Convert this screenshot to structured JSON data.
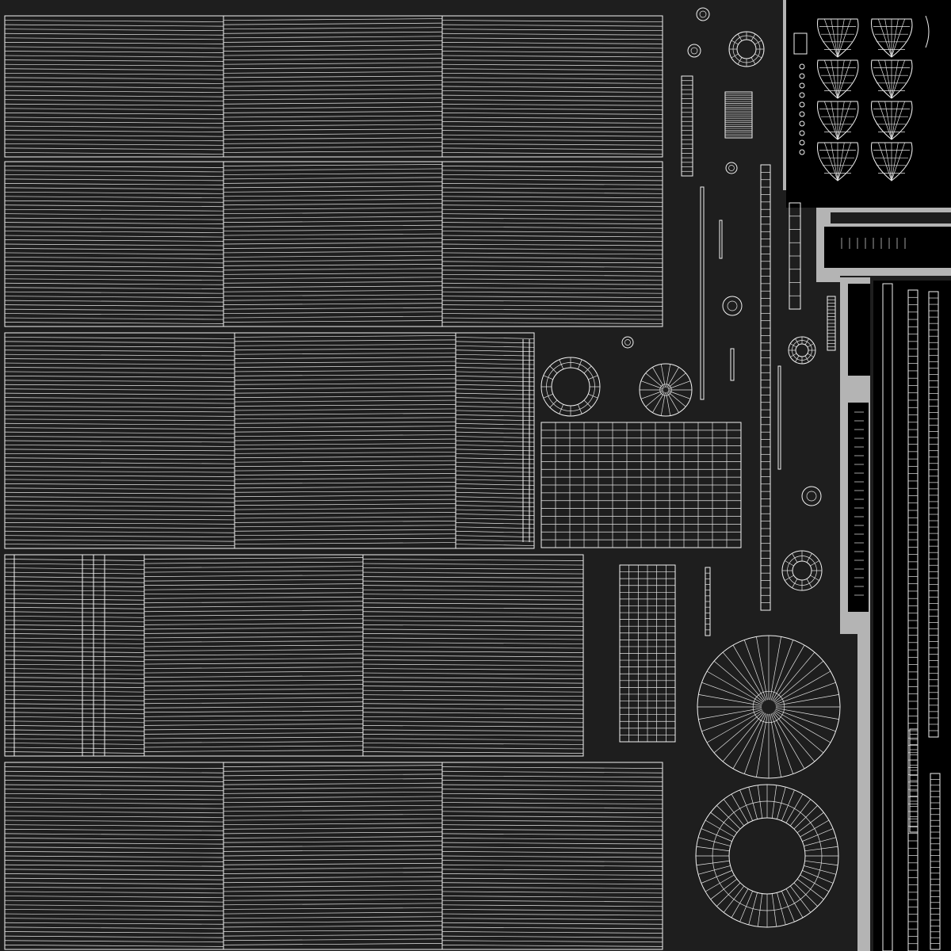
{
  "view": {
    "background_color": "#1e1e1e",
    "wire_color": "#f2f2f2",
    "highlight_band_color": "#b4b4b4",
    "island_fill_color": "#000000"
  },
  "uv_layout": {
    "plank_groups": [
      {
        "id": "plank-group-1",
        "segments": 3,
        "lines": 32
      },
      {
        "id": "plank-group-2",
        "segments": 3,
        "lines": 38
      },
      {
        "id": "plank-group-3",
        "segments": 3,
        "lines": 50
      },
      {
        "id": "plank-group-4",
        "segments": 3,
        "lines": 46
      },
      {
        "id": "plank-group-5",
        "segments": 3,
        "lines": 42
      }
    ],
    "circular_islands": [
      {
        "id": "disc-large",
        "spokes": 36
      },
      {
        "id": "ring-large",
        "spokes": 48
      },
      {
        "id": "disc-medium",
        "spokes": 18
      },
      {
        "id": "ring-medium",
        "spokes": 16
      },
      {
        "id": "ring-small-1",
        "spokes": 12
      },
      {
        "id": "ring-small-2",
        "spokes": 12
      },
      {
        "id": "ring-top",
        "spokes": 12
      }
    ],
    "grid_islands": [
      {
        "id": "grid-wide",
        "cols": 14,
        "rows": 16
      },
      {
        "id": "grid-tall",
        "cols": 6,
        "rows": 26
      }
    ]
  }
}
